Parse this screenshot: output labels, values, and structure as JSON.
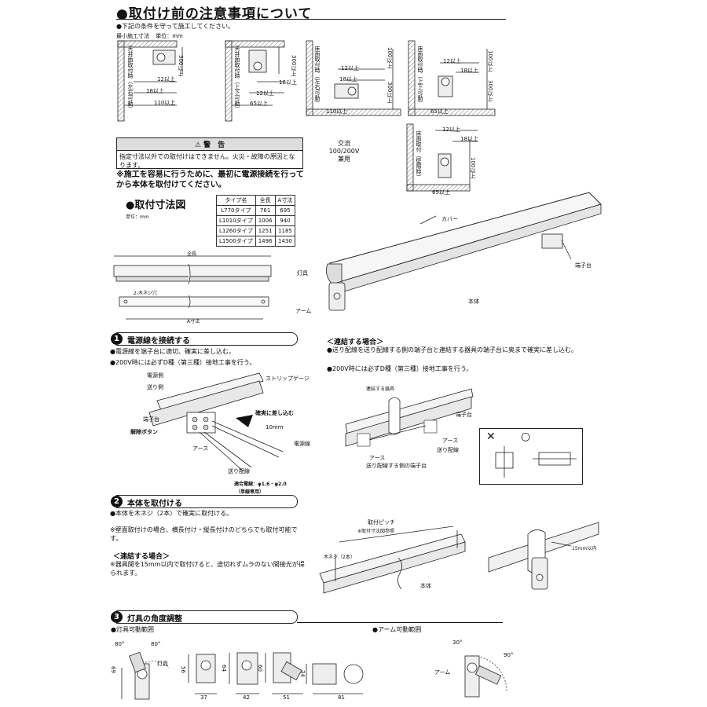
{
  "title": "●取付け前の注意事項について",
  "intro": "●下記の条件を守って施工してください。",
  "min_clearance_label": "最小施工寸法",
  "unit_mm": "単位：mm",
  "diagrams": {
    "ceiling_lr": {
      "label": "天井面取付時（左右可動）",
      "d1": "300以上",
      "d2": "12以上",
      "d3": "18以上",
      "d4": "110以上"
    },
    "ceiling_ud": {
      "label": "天井面取付時（上下可動）",
      "d1": "300以上",
      "d2": "18以上",
      "d3": "12以上",
      "d4": "65以上"
    },
    "floor_lr": {
      "label": "床面取付時（左右可動）",
      "d1": "12以上",
      "d2": "18以上",
      "d3": "100以上",
      "d4": "300以上",
      "d5": "110以上"
    },
    "floor_ud": {
      "label": "床面取付時（上下可動）",
      "d1": "12以上",
      "d2": "18以上",
      "d3": "100以上",
      "d4": "300以上",
      "d5": "65以上"
    },
    "floor_wall": {
      "label": "床面取付（壁際時）",
      "d1": "12以上",
      "d2": "18以上",
      "d3": "100以上",
      "d4": "65以上"
    }
  },
  "warning": {
    "head": "⚠ 警　告",
    "body": "指定寸法以外での取付けはできません。火災・故障の原因となります。"
  },
  "power": {
    "line1": "交流",
    "line2": "100/200V",
    "line3": "兼用"
  },
  "note_power": "※施工を容易に行うために、最初に電源接続を行ってから本体を取付けてください。",
  "dim_title": "●取付寸法図",
  "dim_unit": "単位：mm",
  "spec_table": {
    "headers": [
      "タイプ名",
      "全長",
      "A寸法"
    ],
    "rows": [
      [
        "L770タイプ",
        "761",
        "695"
      ],
      [
        "L1010タイプ",
        "1006",
        "940"
      ],
      [
        "L1260タイプ",
        "1251",
        "1185"
      ],
      [
        "L1500タイプ",
        "1496",
        "1430"
      ]
    ]
  },
  "dim_labels": {
    "total": "全長",
    "screw": "2-木ネジ穴",
    "a": "A寸法"
  },
  "fixture_labels": {
    "cover": "カバー",
    "lamp_head": "灯具",
    "terminal": "端子台",
    "body": "本体",
    "arm": "アーム"
  },
  "step1": {
    "num": "1",
    "title": "電源線を接続する",
    "b1": "●電源線を端子台に適切、確実に差し込む。",
    "b2": "●200V時には必ずD種（第三種）接地工事を行う。",
    "labels": {
      "power_side": "電源側",
      "feed_side": "送り側",
      "strip": "ストリップゲージ",
      "terminal": "端子台",
      "release": "解除ボタン",
      "insert": "確実に差し込む",
      "mm10": "10mm",
      "earth": "アース",
      "power_line": "電源線",
      "feed_line": "送り配線",
      "wire": "適合電線：φ1.6・φ2.0",
      "single": "（単線専用）"
    }
  },
  "connect": {
    "title": "＜連結する場合＞",
    "b1": "●送り配線を送り配線する側の端子台と連結する器具の端子台に奥まで確実に差し込む。",
    "b2": "●200V時には必ずD種（第三種）接地工事を行う。",
    "labels": {
      "fixture": "連結する器具",
      "terminal": "端子台",
      "earth1": "アース",
      "feed": "送り配線",
      "earth2": "アース",
      "feed_terminal": "送り配線する側の端子台"
    },
    "ng": "✕",
    "ok": "○"
  },
  "step2": {
    "num": "2",
    "title": "本体を取付ける",
    "b1": "●本体を木ネジ（2本）で確実に取付ける。",
    "note": "※壁面取付けの場合、横長付け・縦長付けのどちらでも取付可能です。",
    "connect_title": "＜連結する場合＞",
    "connect_note": "※器具間を15mm以内で取付けると、途切れずムラのない間接光が得られます。",
    "labels": {
      "pitch": "取付ピッチ",
      "pitch_ref": "※取付寸法図参照",
      "screw": "木ネジ（2本）",
      "body": "本体",
      "within": "15mm以内"
    }
  },
  "step3": {
    "num": "3",
    "title": "灯具の角度調整",
    "lamp_range": "●灯具可動範囲",
    "arm_range": "●アーム可動範囲",
    "labels": {
      "a80l": "80°",
      "a80r": "80°",
      "lamp": "灯具",
      "h69": "69",
      "h56": "56",
      "w37": "37",
      "h64": "64",
      "w42": "42",
      "h60": "60",
      "w51": "51",
      "h34": "34",
      "w81": "81",
      "a30": "30°",
      "a90": "90°",
      "arm": "アーム"
    }
  }
}
